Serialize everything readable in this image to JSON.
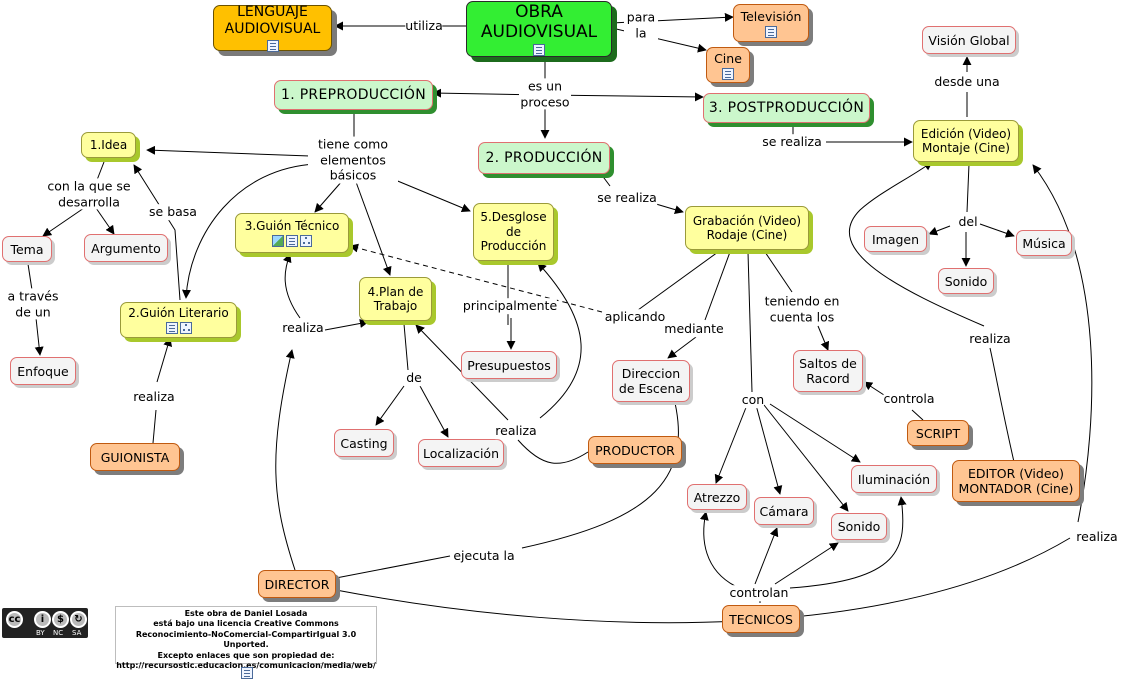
{
  "nodes": {
    "obra": "OBRA AUDIOVISUAL",
    "lenguaje": "LENGUAJE AUDIOVISUAL",
    "television": "Televisión",
    "cine": "Cine",
    "preproduccion": "1. PREPRODUCCIÓN",
    "produccion": "2. PRODUCCIÓN",
    "postproduccion": "3. POSTPRODUCCIÓN",
    "idea": "1.Idea",
    "guion_literario": "2.Guión Literario",
    "guion_tecnico": "3.Guión Técnico",
    "plan_trabajo": "4.Plan de Trabajo",
    "desglose": "5.Desglose de Producción",
    "tema": "Tema",
    "argumento": "Argumento",
    "enfoque": "Enfoque",
    "guionista": "GUIONISTA",
    "presupuestos": "Presupuestos",
    "casting": "Casting",
    "localizacion": "Localización",
    "productor": "PRODUCTOR",
    "director": "DIRECTOR",
    "grabacion": "Grabación (Video) Rodaje (Cine)",
    "direccion_escena": "Direccion de Escena",
    "saltos_racord": "Saltos de Racord",
    "script": "SCRIPT",
    "atrezzo": "Atrezzo",
    "camara": "Cámara",
    "iluminacion": "Iluminación",
    "sonido_tec": "Sonido",
    "tecnicos": "TECNICOS",
    "edicion": "Edición (Video) Montaje (Cine)",
    "vision_global": "Visión Global",
    "imagen": "Imagen",
    "musica": "Música",
    "sonido_post": "Sonido",
    "editor": "EDITOR (Video) MONTADOR (Cine)"
  },
  "labels": {
    "utiliza": "utiliza",
    "para_la": "para la",
    "es_un_proceso": "es un proceso",
    "tiene_como": "tiene como elementos básicos",
    "con_la_que": "con la que se desarrolla",
    "se_basa": "se basa",
    "a_traves": "a través de un",
    "realiza_guionista": "realiza",
    "realiza_director": "realiza",
    "principalmente": "principalmente",
    "de": "de",
    "realiza_productor": "realiza",
    "aplicando": "aplicando",
    "se_realiza_prod": "se realiza",
    "se_realiza_post": "se realiza",
    "mediante": "mediante",
    "teniendo": "teniendo en cuenta los",
    "controla": "controla",
    "con": "con",
    "controlan": "controlan",
    "ejecuta_la": "ejecuta la",
    "desde_una": "desde una",
    "del": "del",
    "realiza_editor": "realiza",
    "realiza_director2": "realiza"
  },
  "license": {
    "line1": "Este obra de Daniel Losada",
    "line2": "está bajo una licencia Creative Commons",
    "line3": "Reconocimiento-NoComercial-CompartirIgual 3.0 Unported.",
    "line4": "Excepto enlaces que son propiedad de:",
    "line5": "http://recursostic.educacion.es/comunicacion/media/web/"
  },
  "cc_badge": {
    "by": "BY",
    "nc": "NC",
    "sa": "SA"
  },
  "colors": {
    "yellow_node": "#ffff9e",
    "green_node": "#cbf7cb",
    "main_green": "#33ee33",
    "orange_node": "#ffc592",
    "gold_node": "#ffc000"
  },
  "icons": [
    "doc-icon",
    "image-icon",
    "concept-map-icon"
  ]
}
